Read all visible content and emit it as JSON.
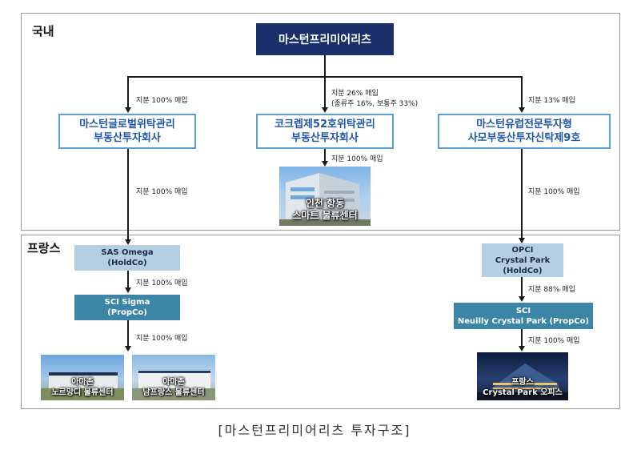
{
  "sections": {
    "domestic_label": "국내",
    "france_label": "프랑스"
  },
  "top": {
    "name": "마스턴프리미어리츠"
  },
  "subsidiaries": [
    {
      "name": "마스턴글로벌위탁관리\n부동산투자회사",
      "stake": "지분 100% 매입"
    },
    {
      "name": "코크렙제52호위탁관리\n부동산투자회사",
      "stake": "지분 26% 매입",
      "stake_detail": "(종류주 16%, 보통주 33%)"
    },
    {
      "name": "마스턴유럽전문투자형\n사모부동산투자신탁제9호",
      "stake": "지분 13% 매입"
    }
  ],
  "incheon": {
    "stake": "지분 100% 매입",
    "photo_label": "인천 항동\n스마트 물류센터"
  },
  "left_chain": {
    "stake_to_holdco": "지분 100% 매입",
    "holdco": "SAS Omega\n(HoldCo)",
    "stake_to_propco": "지분 100% 매입",
    "propco": "SCI Sigma\n(PropCo)",
    "stake_to_assets": "지분 100% 매입",
    "photo1_label": "아마존\n노르망디 물류센터",
    "photo2_label": "아마존\n남프랑스 물류센터"
  },
  "right_chain": {
    "stake_to_holdco": "지분 100% 매입",
    "holdco": "OPCI\nCrystal Park\n(HoldCo)",
    "stake_to_propco": "지분 88% 매입",
    "propco": "SCI\nNeuilly Crystal Park (PropCo)",
    "stake_to_asset": "지분 100% 매입",
    "photo_label": "프랑스\nCrystal Park 오피스"
  },
  "caption": "[마스턴프리미어리츠 투자구조]",
  "colors": {
    "navy": "#1b2f6b",
    "outline_blue": "#5aa0d6",
    "light_blue": "#b4cfe4",
    "teal": "#3b86a7"
  }
}
